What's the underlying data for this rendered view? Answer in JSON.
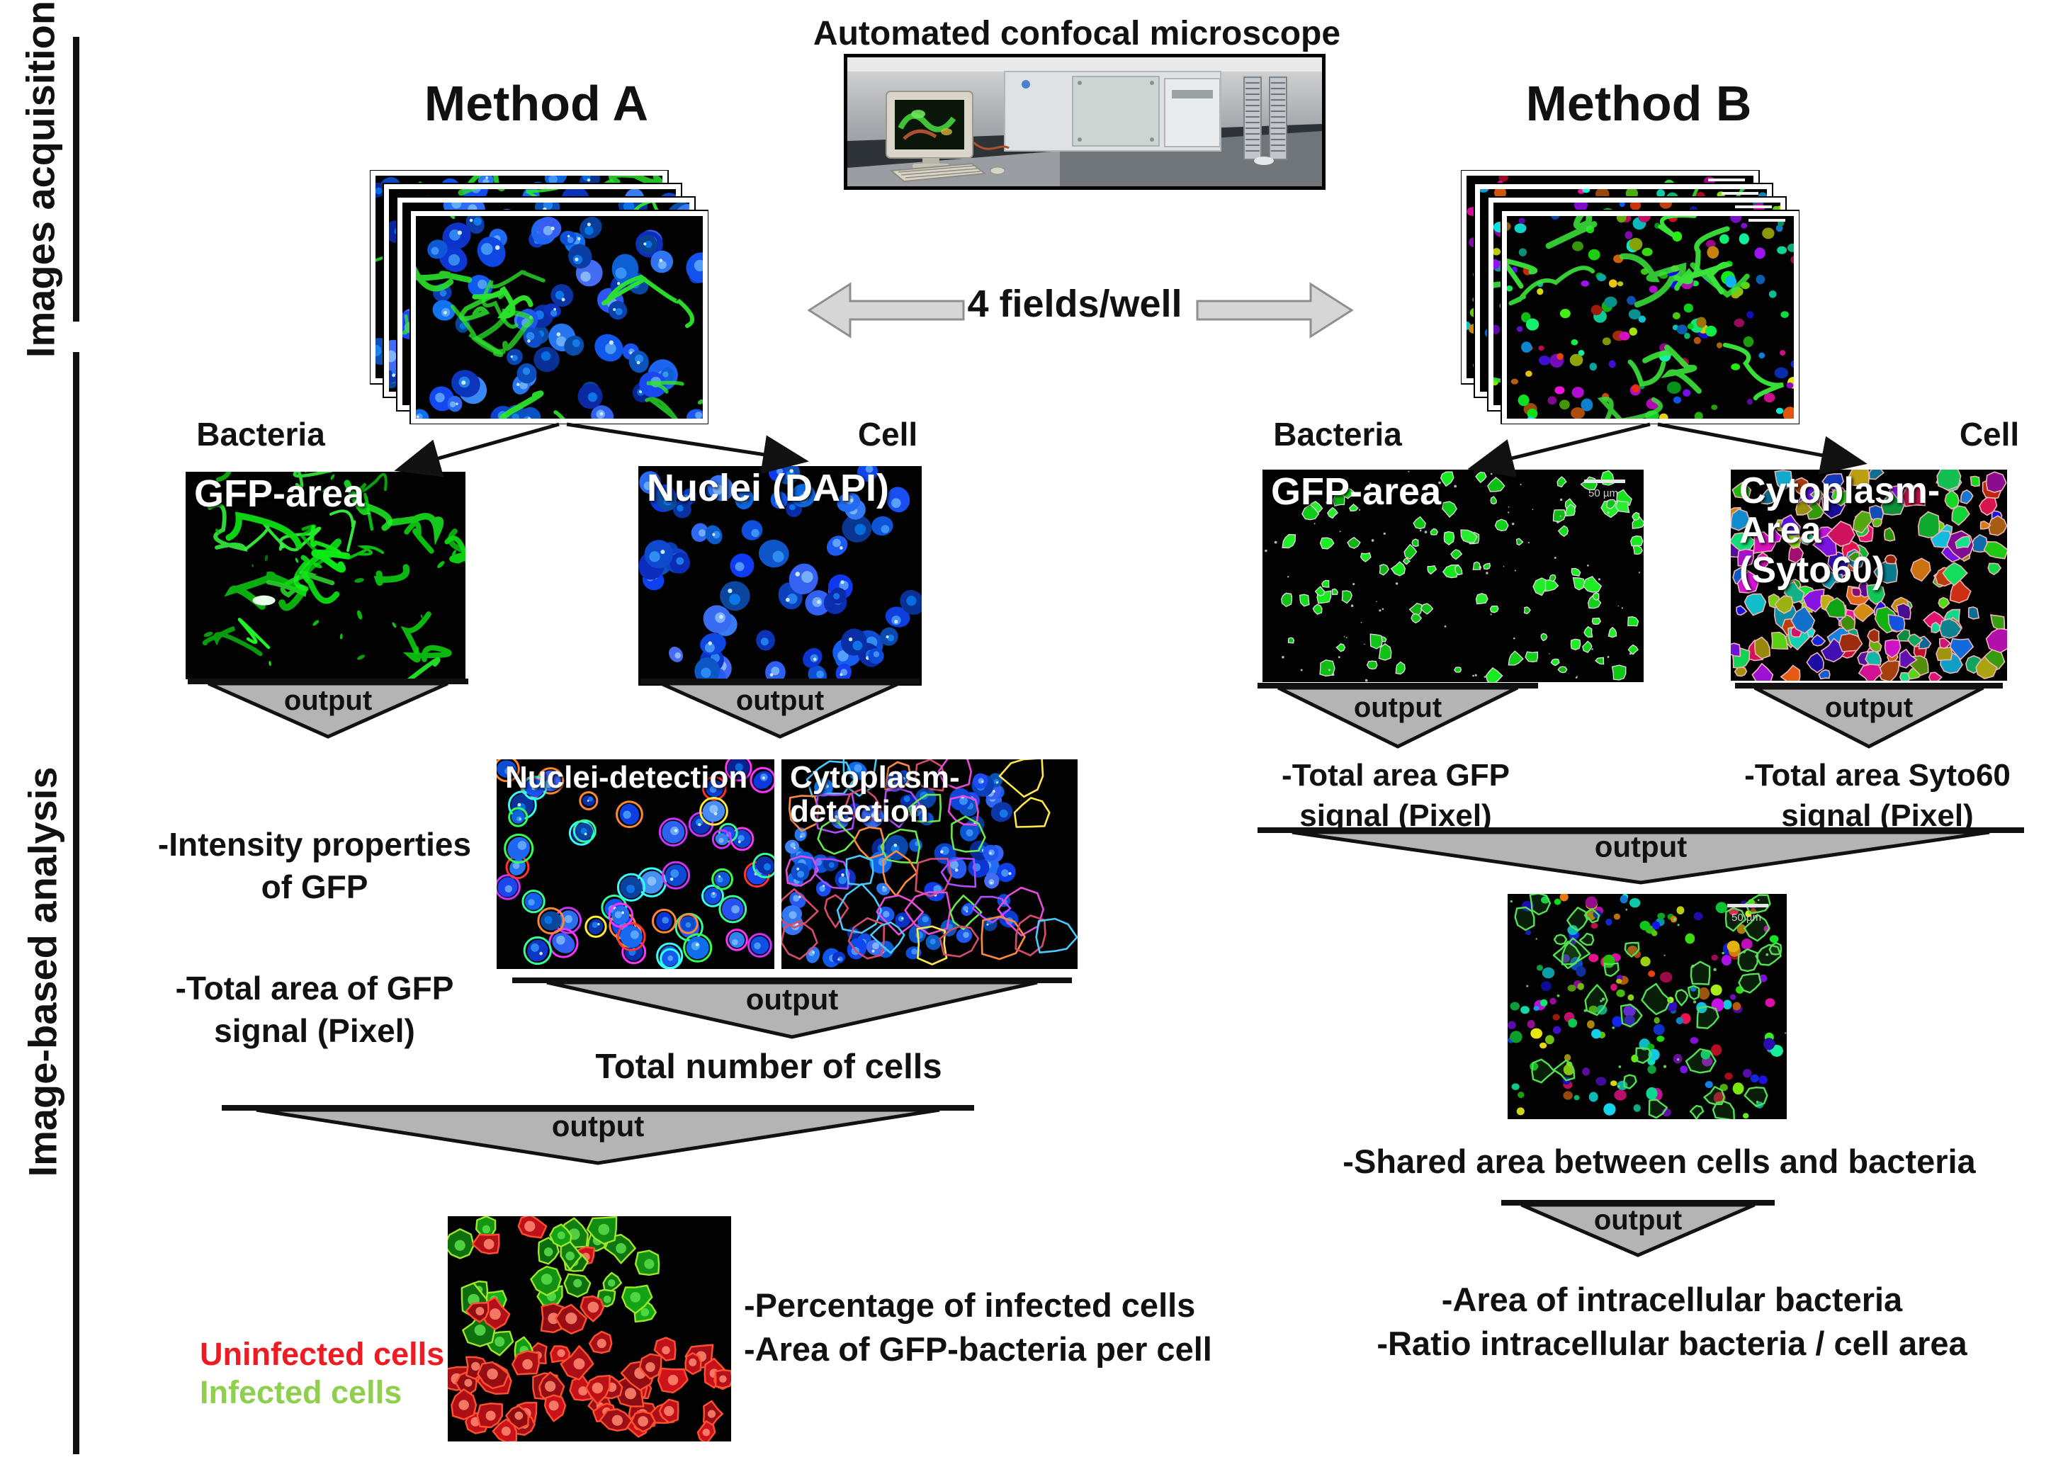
{
  "sections": {
    "acquisition": "Images acquisition",
    "analysis": "Image-based analysis"
  },
  "header": {
    "microscope_title": "Automated confocal microscope",
    "method_a": "Method A",
    "method_b": "Method B",
    "fields_per_well": "4 fields/well"
  },
  "funnel": {
    "label": "output"
  },
  "method_a": {
    "bacteria": "Bacteria",
    "cell": "Cell",
    "gfp_panel": "GFP-area",
    "dapi_panel": "Nuclei (DAPI)",
    "nuclei_detection_panel": "Nuclei-detection",
    "cytoplasm_detection_panel": "Cytoplasm-detection",
    "intensity": {
      "line1": "-Intensity properties",
      "line2": "of GFP"
    },
    "total_area": {
      "line1": "-Total area of GFP",
      "line2": "signal (Pixel)"
    },
    "total_cells": "Total number of cells",
    "legend": {
      "uninfected": "Uninfected cells",
      "infected": "Infected cells"
    },
    "results": {
      "line1": "-Percentage of infected cells",
      "line2": "-Area of GFP-bacteria per cell"
    }
  },
  "method_b": {
    "bacteria": "Bacteria",
    "cell": "Cell",
    "gfp_panel": "GFP-area",
    "syto_panel": {
      "line1": "Cytoplasm-Area",
      "line2": "(Syto60)"
    },
    "scale_bar": "50 µm",
    "total_gfp": {
      "line1": "-Total area GFP",
      "line2": "signal (Pixel)"
    },
    "total_syto": {
      "line1": "-Total area Syto60",
      "line2": "signal (Pixel)"
    },
    "shared_area": "-Shared area between cells and bacteria",
    "results": {
      "line1": "-Area of intracellular bacteria",
      "line2": "-Ratio intracellular bacteria / cell area"
    }
  },
  "colors": {
    "uninfected_red": "#ee1b22",
    "infected_green": "#8ed04e",
    "funnel_gray": "#b4b4b4",
    "arrow_gray": "#d6d6d6",
    "dapi_blue": "#2b6bf0",
    "gfp_green": "#2ce32c",
    "syto_red": "#e01818"
  }
}
